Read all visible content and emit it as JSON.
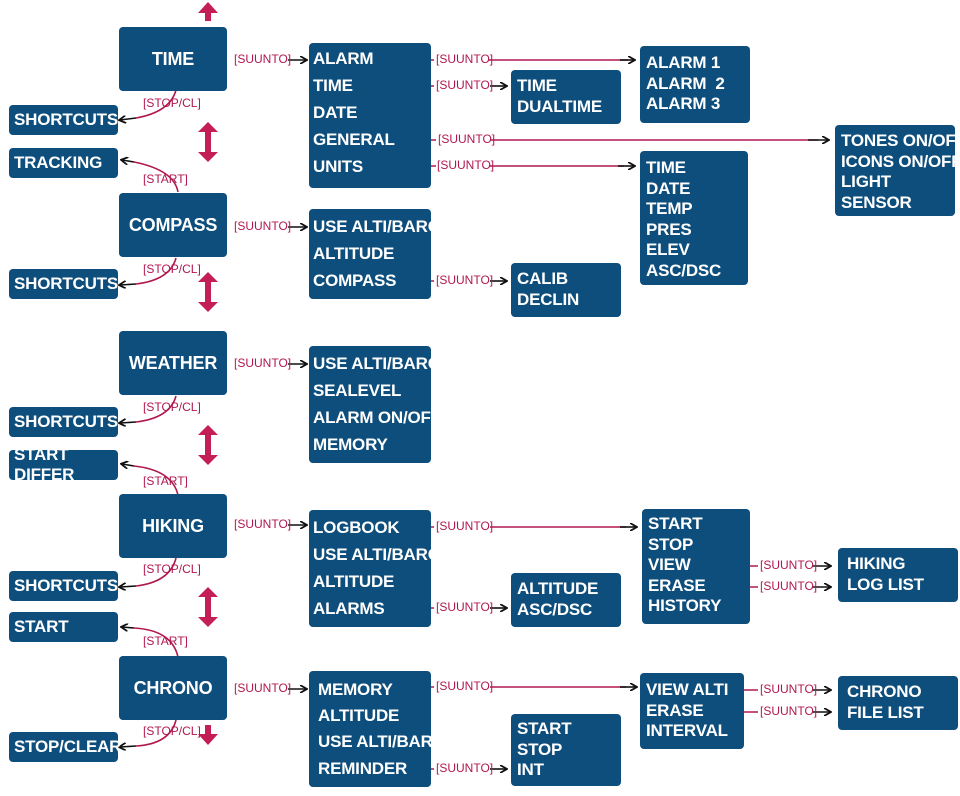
{
  "colors": {
    "box": "#0e4e7c",
    "arrow": "#c41e56",
    "connector": "#b01850",
    "text": "#ffffff"
  },
  "labels": {
    "suunto": "[SUUNTO]",
    "stop_cl": "[STOP/CL]",
    "start": "[START]"
  },
  "modes": {
    "time": "TIME",
    "compass": "COMPASS",
    "weather": "WEATHER",
    "hiking": "HIKING",
    "chrono": "CHRONO"
  },
  "side": {
    "shortcuts": "SHORTCUTS",
    "tracking": "TRACKING",
    "start_differ": "START DIFFER",
    "start": "START",
    "stop_clear": "STOP/CLEAR"
  },
  "menus": {
    "time": [
      "ALARM",
      "TIME",
      "DATE",
      "GENERAL",
      "UNITS"
    ],
    "compass": [
      "USE ALTI/BARO",
      "ALTITUDE",
      "COMPASS"
    ],
    "weather": [
      "USE ALTI/BARO",
      "SEALEVEL",
      "ALARM ON/OFF",
      "MEMORY"
    ],
    "hiking": [
      "LOGBOOK",
      "USE ALTI/BARO",
      "ALTITUDE",
      "ALARMS"
    ],
    "chrono": [
      "MEMORY",
      "ALTITUDE",
      "USE ALTI/BARO",
      "REMINDER"
    ]
  },
  "submenus": {
    "alarms": [
      "ALARM 1",
      "ALARM  2",
      "ALARM 3"
    ],
    "time_dual": [
      "TIME",
      "DUALTIME"
    ],
    "general": [
      "TONES ON/OFF",
      "ICONS ON/OFF",
      "LIGHT",
      "SENSOR"
    ],
    "units": [
      "TIME",
      "DATE",
      "TEMP",
      "PRES",
      "ELEV",
      "ASC/DSC"
    ],
    "compass": [
      "CALIB",
      "DECLIN"
    ],
    "logbook": [
      "START",
      "STOP",
      "VIEW",
      "ERASE",
      "HISTORY"
    ],
    "hiking_log": [
      "HIKING",
      "LOG LIST"
    ],
    "alarms_hiking": [
      "ALTITUDE",
      "ASC/DSC"
    ],
    "memory": [
      "VIEW ALTI",
      "ERASE",
      "INTERVAL"
    ],
    "chrono_file": [
      "CHRONO",
      "FILE LIST"
    ],
    "reminder": [
      "START",
      "STOP",
      "INT"
    ]
  }
}
